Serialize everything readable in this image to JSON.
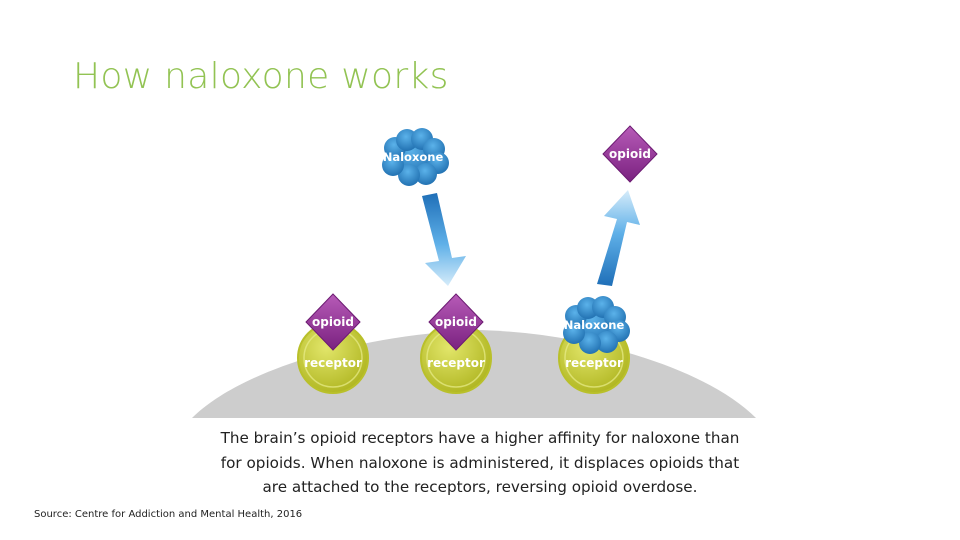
{
  "slide": {
    "title": "How naloxone works",
    "caption_lines": [
      "The brain’s opioid receptors have a higher affinity for naloxone than",
      "for opioids.  When naloxone is administered, it displaces opioids that",
      "are attached to the receptors, reversing opioid overdose."
    ],
    "source": "Source:  Centre for Addiction and Mental Health, 2016"
  },
  "diagram": {
    "labels": {
      "naloxone": "Naloxone",
      "opioid": "opioid",
      "receptor": "receptor"
    },
    "receptor_sites": [
      {
        "receptor": "receptor",
        "bound": "opioid"
      },
      {
        "receptor": "receptor",
        "bound": "opioid"
      },
      {
        "receptor": "receptor",
        "bound": "Naloxone"
      }
    ],
    "arrows": [
      {
        "from": "Naloxone",
        "direction": "down",
        "meaning": "naloxone binds to receptor"
      },
      {
        "from": "receptor",
        "direction": "up",
        "meaning": "opioid is displaced"
      }
    ],
    "colors": {
      "title": "#92C353",
      "opioid": "#8B2C8F",
      "naloxone": "#2F86C4",
      "receptor": "#C4CB2B",
      "brain_surface": "#CCCCCC",
      "arrow": "#3E92D6"
    }
  }
}
